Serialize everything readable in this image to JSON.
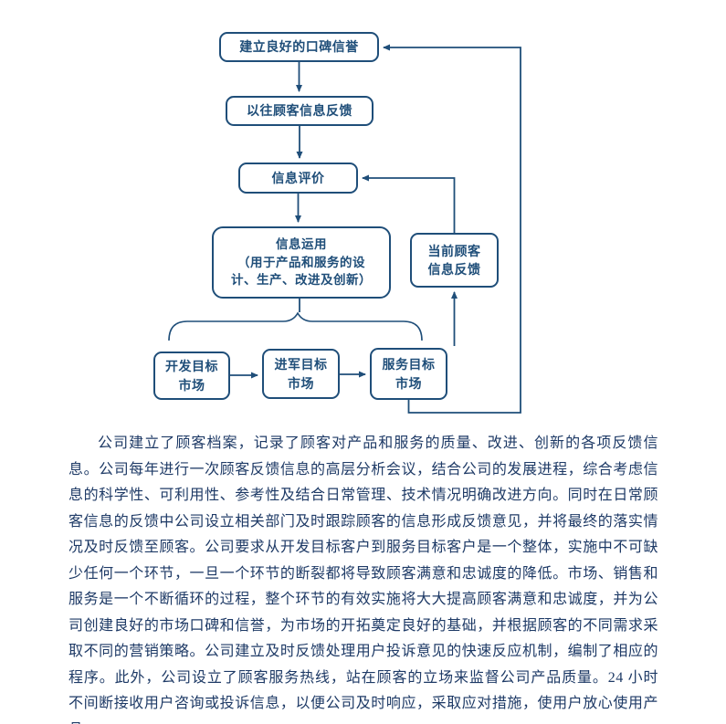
{
  "colors": {
    "accent": "#1f4e79",
    "text": "#1e3a66"
  },
  "flowchart": {
    "nodes": {
      "reputation": {
        "label": "建立良好的口碑信誉"
      },
      "past_feedback": {
        "label": "以往顾客信息反馈"
      },
      "evaluation": {
        "label": "信息评价"
      },
      "usage": {
        "label": "信息运用\n（用于产品和服务的设\n计、生产、改进及创新）"
      },
      "current_feedback": {
        "label": "当前顾客\n信息反馈"
      },
      "develop_market": {
        "label": "开发目标\n市场"
      },
      "enter_market": {
        "label": "进军目标\n市场"
      },
      "service_market": {
        "label": "服务目标\n市场"
      }
    }
  },
  "document": {
    "paragraph": "公司建立了顾客档案，记录了顾客对产品和服务的质量、改进、创新的各项反馈信息。公司每年进行一次顾客反馈信息的高层分析会议，结合公司的发展进程，综合考虑信息的科学性、可利用性、参考性及结合日常管理、技术情况明确改进方向。同时在日常顾客信息的反馈中公司设立相关部门及时跟踪顾客的信息形成反馈意见，并将最终的落实情况及时反馈至顾客。公司要求从开发目标客户到服务目标客户是一个整体，实施中不可缺少任何一个环节，一旦一个环节的断裂都将导致顾客满意和忠诚度的降低。市场、销售和服务是一个不断循环的过程，整个环节的有效实施将大大提高顾客满意和忠诚度，并为公司创建良好的市场口碑和信誉，为市场的开拓奠定良好的基础，并根据顾客的不同需求采取不同的营销策略。公司建立及时反馈处理用户投诉意见的快速反应机制，编制了相应的程序。此外，公司设立了顾客服务热线，站在顾客的立场来监督公司产品质量。24 小时不间断接收用户咨询或投诉信息，以便公司及时响应，采取应对措施，使用户放心使用产品。"
  }
}
